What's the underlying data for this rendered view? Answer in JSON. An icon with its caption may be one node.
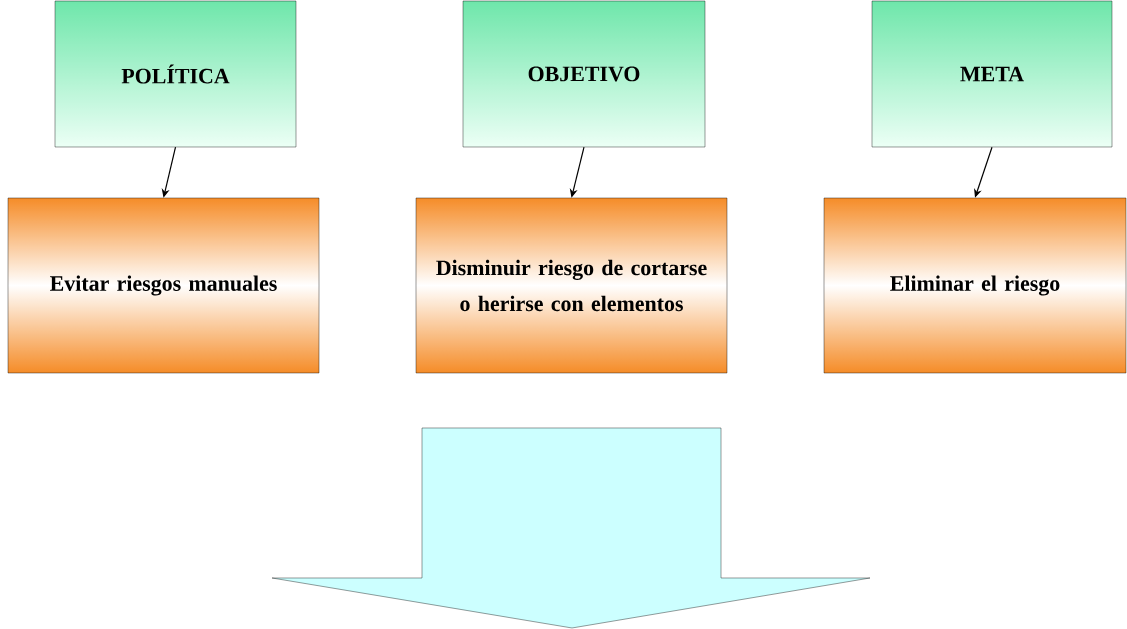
{
  "diagram": {
    "nodes": [
      {
        "text": [
          "POLÍTICA"
        ]
      },
      {
        "text": [
          "OBJETIVO"
        ]
      },
      {
        "text": [
          "META"
        ]
      },
      {
        "text": [
          "Evitar riesgos manuales"
        ]
      },
      {
        "text": [
          "Disminuir riesgo de cortarse o herirse con elementos"
        ]
      },
      {
        "text": [
          "Eliminar el riesgo"
        ]
      }
    ],
    "edges": [
      {
        "from": 0,
        "to": 3,
        "arrow": "to"
      },
      {
        "from": 1,
        "to": 4,
        "arrow": "to"
      },
      {
        "from": 2,
        "to": 5,
        "arrow": "to"
      }
    ]
  }
}
